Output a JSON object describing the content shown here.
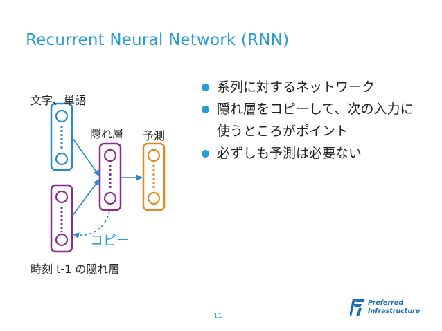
{
  "slide": {
    "title": "Recurrent Neural Network (RNN)",
    "page_number": "11"
  },
  "bullets": [
    "系列に対するネットワーク",
    "隠れ層をコピーして、次の入力に使うところがポイント",
    "必ずしも予測は必要ない"
  ],
  "diagram": {
    "input_label": "文字、単語",
    "hidden_label": "隠れ層",
    "output_label": "予測",
    "prev_hidden_label": "時刻 t-1 の隠れ層",
    "copy_label": "コピー",
    "colors": {
      "input": "#2a8ac8",
      "hidden": "#8b2d8f",
      "output": "#e8861f",
      "arrow": "#2a8ac8"
    }
  },
  "logo": {
    "line1": "Preferred",
    "line2": "Infrastructure"
  }
}
